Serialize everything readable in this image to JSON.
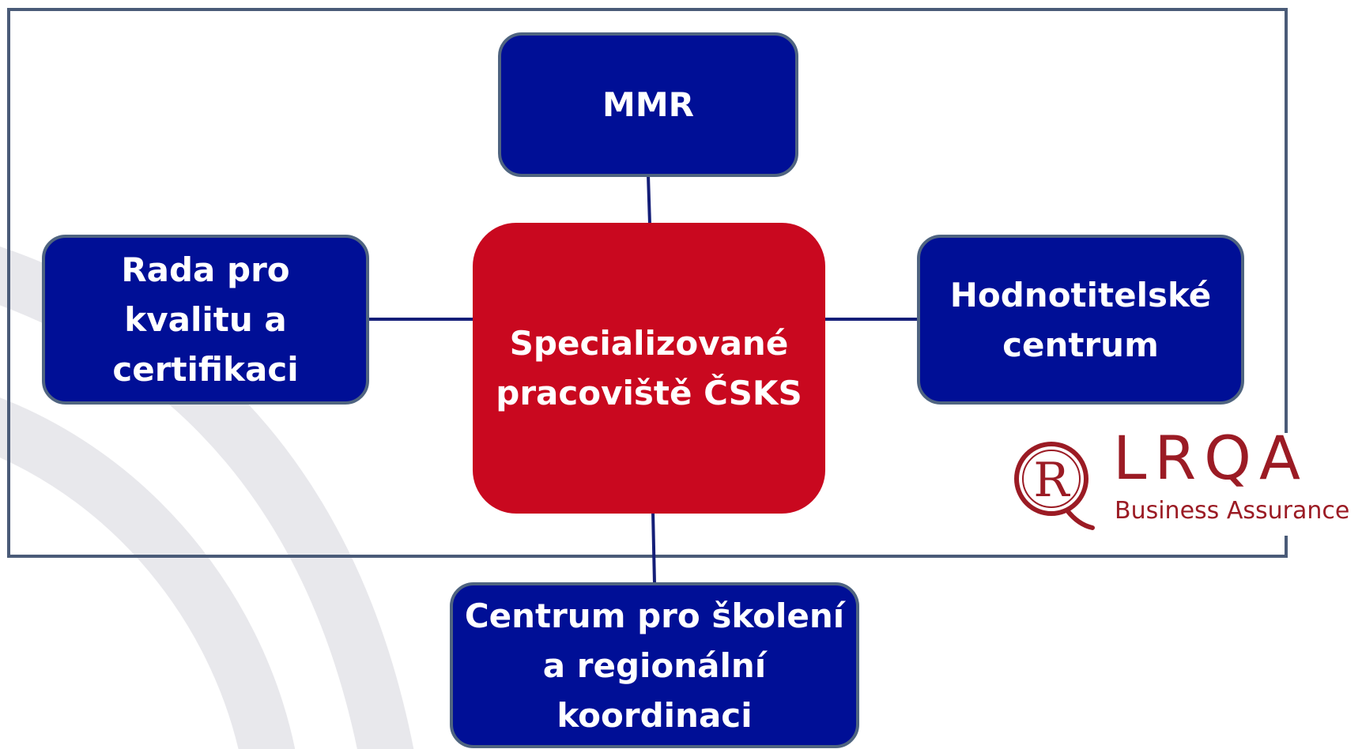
{
  "diagram": {
    "nodes": {
      "top": "MMR",
      "left": "Rada pro\nkvalitu a\ncertifikaci",
      "center": "Specializované\npracoviště  ČSKS",
      "right": "Hodnotitelské\ncentrum",
      "bottom": "Centrum pro školení\na regionální\nkoordinaci"
    },
    "edges": [
      [
        "center",
        "top"
      ],
      [
        "center",
        "left"
      ],
      [
        "center",
        "right"
      ],
      [
        "center",
        "bottom"
      ]
    ]
  },
  "logo": {
    "wordmark": "LRQA",
    "tagline": "Business Assurance",
    "emblem_letter": "R"
  },
  "colors": {
    "node_blue": "#000f96",
    "node_red": "#c9081f",
    "logo_red": "#9b1b24",
    "connector": "#141e78"
  }
}
